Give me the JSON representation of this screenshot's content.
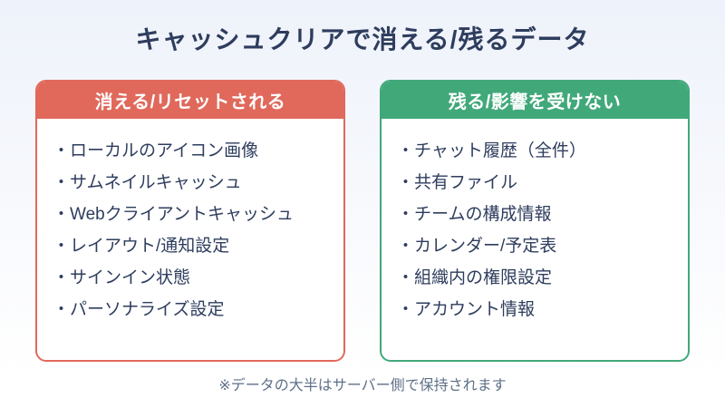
{
  "page": {
    "title": "キャッシュクリアで消える/残るデータ",
    "footer_note": "※データの大半はサーバー側で保持されます",
    "bullet": "・"
  },
  "colors": {
    "lost_accent": "#E0695C",
    "kept_accent": "#41A87A",
    "title_text": "#2E3D5E",
    "body_text": "#2E3D5E",
    "footer_text": "#5F7088",
    "panel_bg": "#FFFFFF",
    "background_top": "#EEF2FA",
    "background_bottom": "#FFFFFF"
  },
  "panels": {
    "lost": {
      "header": "消える/リセットされる",
      "items": [
        "ローカルのアイコン画像",
        "サムネイルキャッシュ",
        "Webクライアントキャッシュ",
        "レイアウト/通知設定",
        "サインイン状態",
        "パーソナライズ設定"
      ]
    },
    "kept": {
      "header": "残る/影響を受けない",
      "items": [
        "チャット履歴（全件）",
        "共有ファイル",
        "チームの構成情報",
        "カレンダー/予定表",
        "組織内の権限設定",
        "アカウント情報"
      ]
    }
  }
}
